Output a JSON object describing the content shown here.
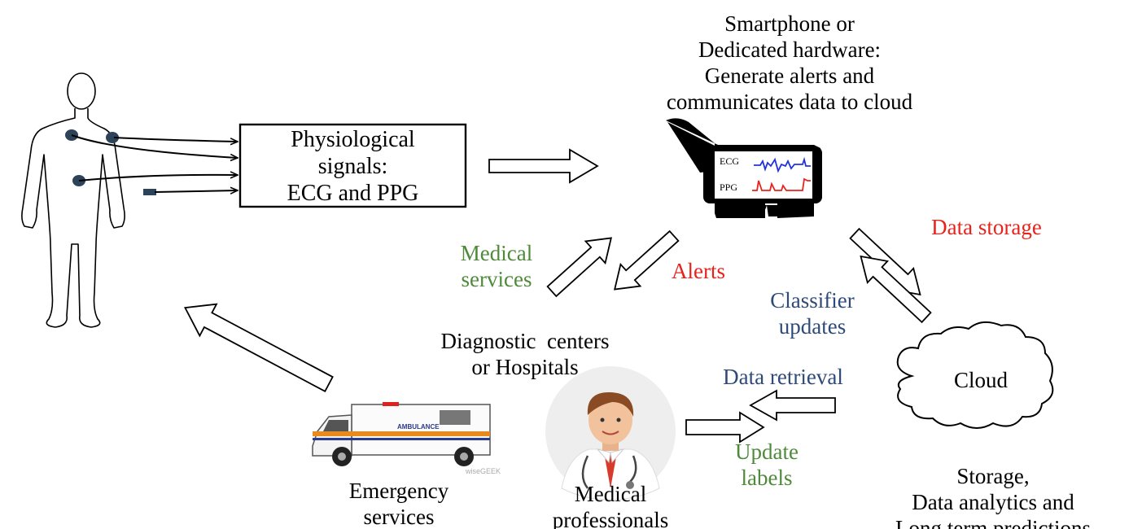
{
  "labels": {
    "smartphone": [
      "Smartphone or",
      "Dedicated hardware:",
      "Generate alerts and",
      "communicates data to cloud"
    ],
    "physiological": [
      "Physiological",
      "signals:",
      "ECG and PPG"
    ],
    "screen_ecg": "ECG",
    "screen_ppg": "PPG",
    "data_storage": "Data storage",
    "medical_services": [
      "Medical",
      "services"
    ],
    "alerts": "Alerts",
    "classifier_updates": [
      "Classifier",
      "updates"
    ],
    "diagnostic": [
      "Diagnostic  centers",
      "or Hospitals"
    ],
    "data_retrieval": "Data retrieval",
    "cloud": "Cloud",
    "update_labels": [
      "Update",
      "labels"
    ],
    "emergency": [
      "Emergency",
      "services"
    ],
    "professionals": [
      "Medical",
      "professionals"
    ],
    "cloud_caption": [
      "Storage,",
      "Data analytics and",
      "Long term predictions"
    ],
    "ambulance_text": "AMBULANCE",
    "watermark": "wiseGEEK"
  },
  "colors": {
    "green": "#4e8a3a",
    "red": "#e8231c",
    "blue": "#2e4a78",
    "ecg_trace": "#2233dd",
    "ppg_trace": "#e8231c",
    "sensor": "#2d4359"
  },
  "icons": [
    "human-body-icon",
    "smartphone-hand-icon",
    "cloud-icon",
    "ambulance-icon",
    "doctor-icon"
  ]
}
